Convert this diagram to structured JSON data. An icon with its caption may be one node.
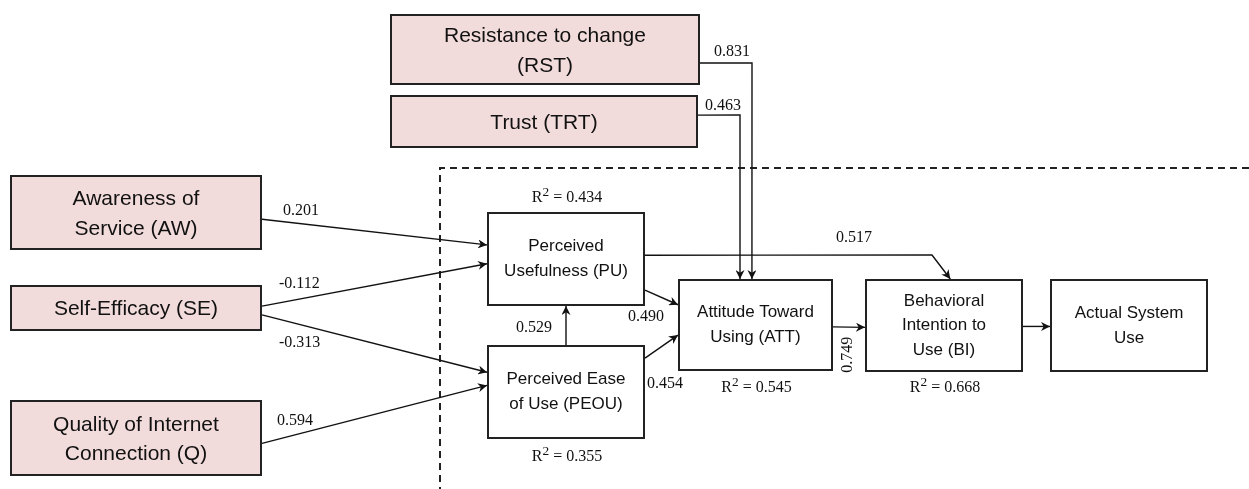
{
  "diagram": {
    "nodes": [
      {
        "text": [
          "Resistance to change (RST)"
        ]
      },
      {
        "text": [
          "Trust (TRT)"
        ]
      },
      {
        "text": [
          "Awareness of Service (AW)"
        ]
      },
      {
        "text": [
          "Self-Efficacy (SE)"
        ]
      },
      {
        "text": [
          "Quality of Internet Connection (Q)"
        ]
      },
      {
        "text": [
          "Perceived Usefulness (PU)"
        ],
        "beside": [
          "R$^{2}$ = 0.434"
        ]
      },
      {
        "text": [
          "Perceived Ease of Use (PEOU)"
        ],
        "beside": [
          "R$^{2}$ = 0.355"
        ]
      },
      {
        "text": [
          "Attitude Toward Using (ATT)"
        ],
        "beside": [
          "R$^{2}$ = 0.545"
        ]
      },
      {
        "text": [
          "Behavioral Intention to Use (BI)"
        ],
        "beside": [
          "R$^{2}$ = 0.668"
        ]
      },
      {
        "text": [
          "Actual System Use"
        ]
      }
    ],
    "edges": [
      {
        "from": 0,
        "to": 7,
        "arrow": "to",
        "label": "0.831"
      },
      {
        "from": 1,
        "to": 7,
        "arrow": "to",
        "label": "0.463"
      },
      {
        "from": 2,
        "to": 5,
        "arrow": "to",
        "label": "0.201"
      },
      {
        "from": 3,
        "to": 5,
        "arrow": "to",
        "label": "-0.112"
      },
      {
        "from": 3,
        "to": 6,
        "arrow": "to",
        "label": "-0.313"
      },
      {
        "from": 4,
        "to": 6,
        "arrow": "to",
        "label": "0.594"
      },
      {
        "from": 6,
        "to": 5,
        "arrow": "to",
        "label": "0.529"
      },
      {
        "from": 5,
        "to": 7,
        "arrow": "to",
        "label": "0.490"
      },
      {
        "from": 6,
        "to": 7,
        "arrow": "to",
        "label": "0.454"
      },
      {
        "from": 5,
        "to": 8,
        "arrow": "to",
        "label": "0.517"
      },
      {
        "from": 7,
        "to": 8,
        "arrow": "to",
        "label": "0.749"
      },
      {
        "from": 8,
        "to": 9,
        "arrow": "to"
      }
    ]
  }
}
